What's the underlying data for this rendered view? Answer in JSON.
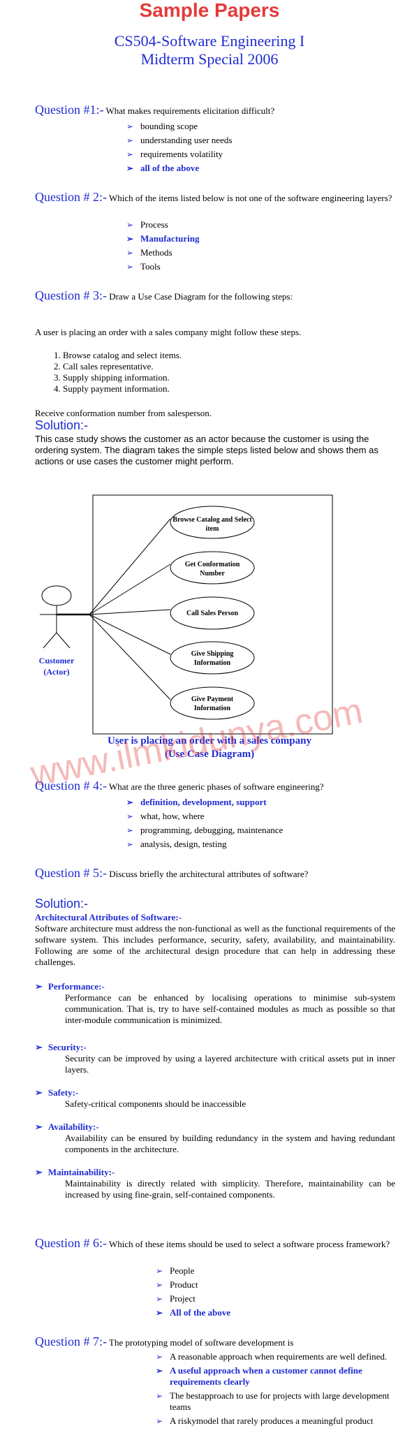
{
  "header": {
    "title": "Sample Papers",
    "course": "CS504-Software Engineering I",
    "exam": "Midterm Special 2006"
  },
  "q1": {
    "label": "Question #1:-",
    "text": "What makes requirements elicitation difficult?",
    "options": [
      "bounding scope",
      "understanding user needs",
      "requirements volatility",
      "all of the above"
    ]
  },
  "q2": {
    "label": "Question # 2:-",
    "text": "Which of the items listed below is not one of the software engineering layers?",
    "options": [
      "Process",
      "Manufacturing",
      "Methods",
      "Tools"
    ]
  },
  "q3": {
    "label": "Question # 3:-",
    "text": "Draw a Use Case Diagram for the following steps:",
    "intro": "A user is placing an order with a sales company might follow these steps.",
    "steps": [
      "Browse catalog and select items.",
      "Call sales representative.",
      "Supply shipping information.",
      "Supply payment information."
    ],
    "closing": "Receive conformation number from salesperson.",
    "solution_label": "Solution:-",
    "solution_text": "This case study shows the customer as an actor because the customer is using the ordering system. The diagram takes the simple steps listed below and shows them as actions or use cases the customer might perform."
  },
  "diagram": {
    "use_cases": [
      "Browse Catalog and Select item",
      "Get Conformation Number",
      "Call Sales Person",
      "Give Shipping Information",
      "Give Payment Information"
    ],
    "actor_name": "Customer",
    "actor_role": "(Actor)",
    "caption_1": "User is placing an order with a sales company",
    "caption_2": "(Use Case Diagram)"
  },
  "watermark": "www.ilmkidunya.com",
  "q4": {
    "label": "Question # 4:-",
    "text": "What are the three generic phases of software engineering?",
    "options": [
      "definition, development, support",
      "what, how, where",
      "programming, debugging, maintenance",
      "analysis, design, testing"
    ]
  },
  "q5": {
    "label": "Question # 5:-",
    "text": "Discuss briefly the architectural attributes of software?",
    "solution_label": "Solution:-",
    "heading": "Architectural Attributes of Software:-",
    "intro": "Software architecture must address the non-functional as well as the functional requirements of the software system. This includes performance, security, safety, availability, and maintainability. Following are some of the architectural design procedure that can help in addressing these challenges.",
    "attributes": [
      {
        "name": "Performance:-",
        "text": "Performance can be enhanced by localising operations to minimise sub-system communication. That is, try to have self-contained modules as much as possible so that inter-module communication is minimized."
      },
      {
        "name": "Security:-",
        "text": "Security can be improved by using a layered architecture with critical assets put in inner layers."
      },
      {
        "name": "Safety:-",
        "text": "Safety-critical components should be inaccessible"
      },
      {
        "name": "Availability:-",
        "text": "Availability can be ensured by building redundancy in the system and having redundant components in the architecture."
      },
      {
        "name": "Maintainability:-",
        "text": "Maintainability is directly related with simplicity. Therefore, maintainability can be increased by using fine-grain, self-contained components."
      }
    ]
  },
  "q6": {
    "label": "Question # 6:-",
    "text": "Which of these items should be used to select a software process framework?",
    "options": [
      "People",
      "Product",
      "Project",
      "All of the above"
    ]
  },
  "q7": {
    "label": "Question # 7:-",
    "text": "The prototyping model of software development is",
    "options": [
      "A reasonable approach when requirements are well defined.",
      "A useful approach when a customer cannot define requirements clearly",
      "The bestapproach to use for projects with large development teams",
      "A riskymodel that rarely produces a meaningful product"
    ]
  },
  "style": {
    "accent": "#1f2bd1",
    "title_red": "#e33a3a"
  }
}
